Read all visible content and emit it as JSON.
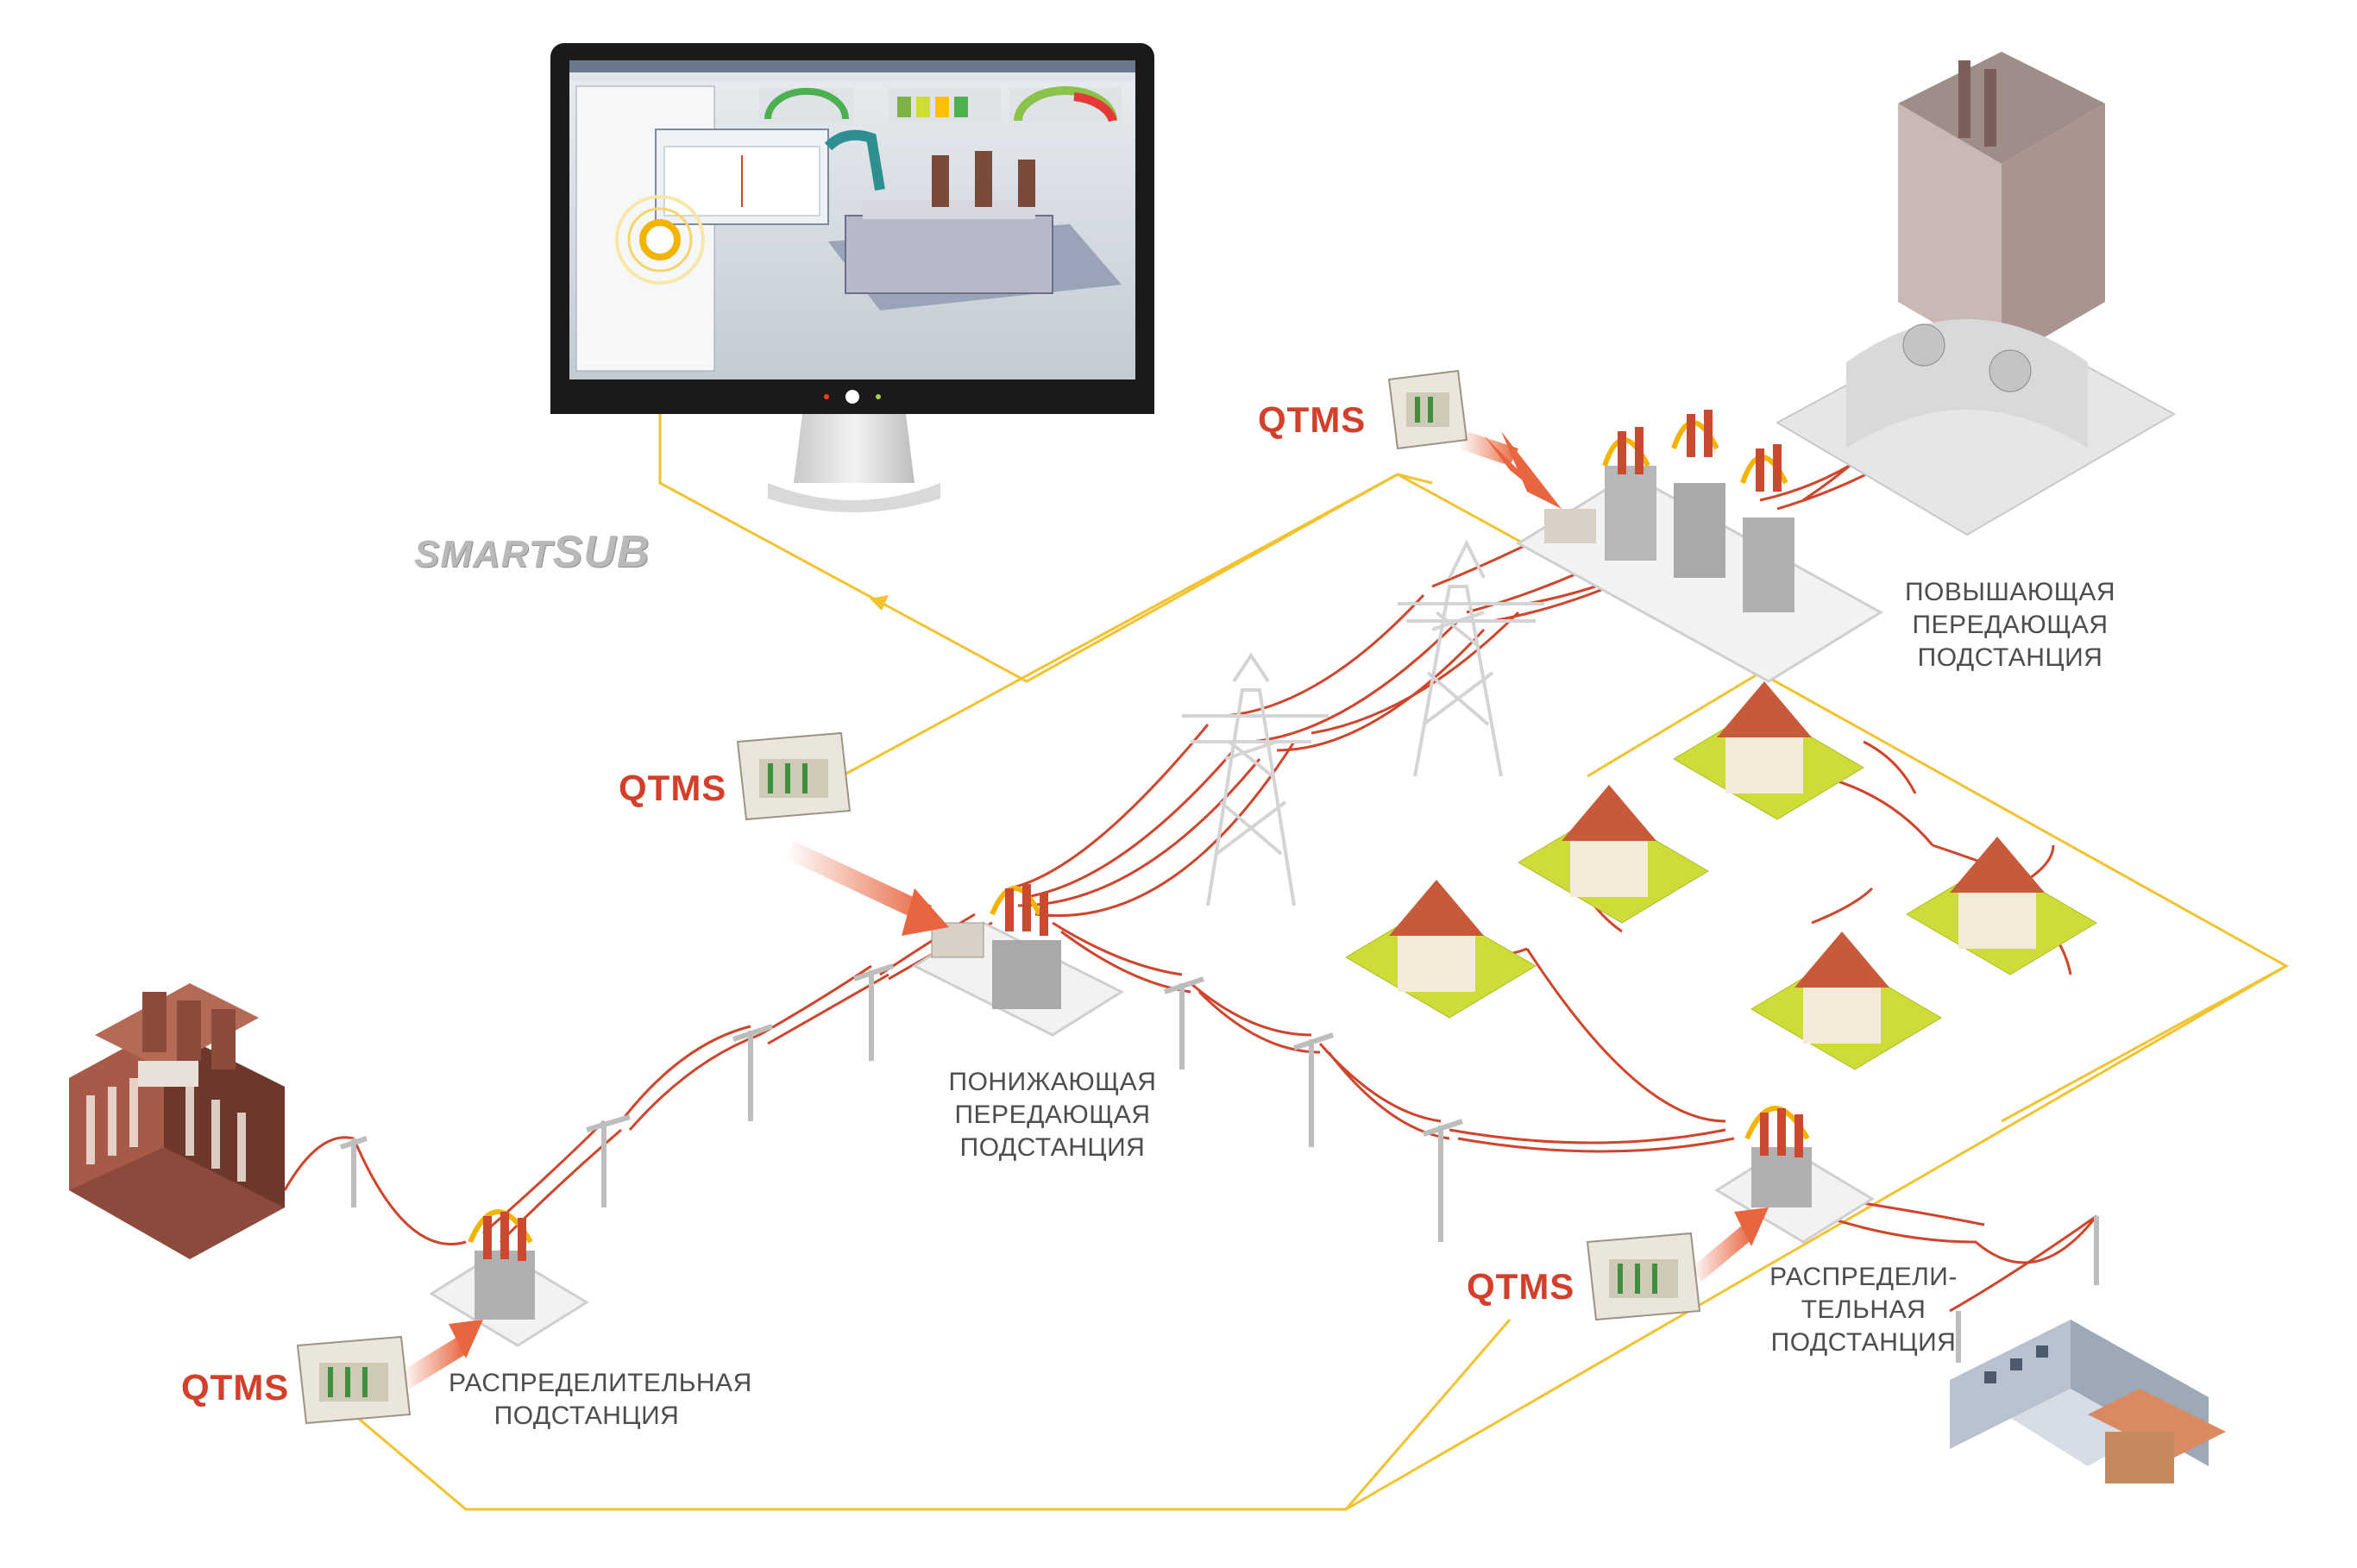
{
  "brand": {
    "part1": "SMART",
    "part2": "SUB"
  },
  "devices": {
    "qtms_label": "QTMS"
  },
  "substations": {
    "step_up": "ПОВЫШАЮЩАЯ\nПЕРЕДАЮЩАЯ\nПОДСТАНЦИЯ",
    "step_down": "ПОНИЖАЮЩАЯ\nПЕРЕДАЮЩАЯ\nПОДСТАНЦИЯ",
    "distribution_left": "РАСПРЕДЕЛИТЕЛЬНАЯ\nПОДСТАНЦИЯ",
    "distribution_right": "РАСПРЕДЕЛИ-\nТЕЛЬНАЯ\nПОДСТАНЦИЯ"
  },
  "colors": {
    "power_line": "#d0442c",
    "comm_line": "#f2c230",
    "arrow": "#e8653f",
    "label_text": "#4d4d4d",
    "qtms_text": "#d2402b"
  }
}
